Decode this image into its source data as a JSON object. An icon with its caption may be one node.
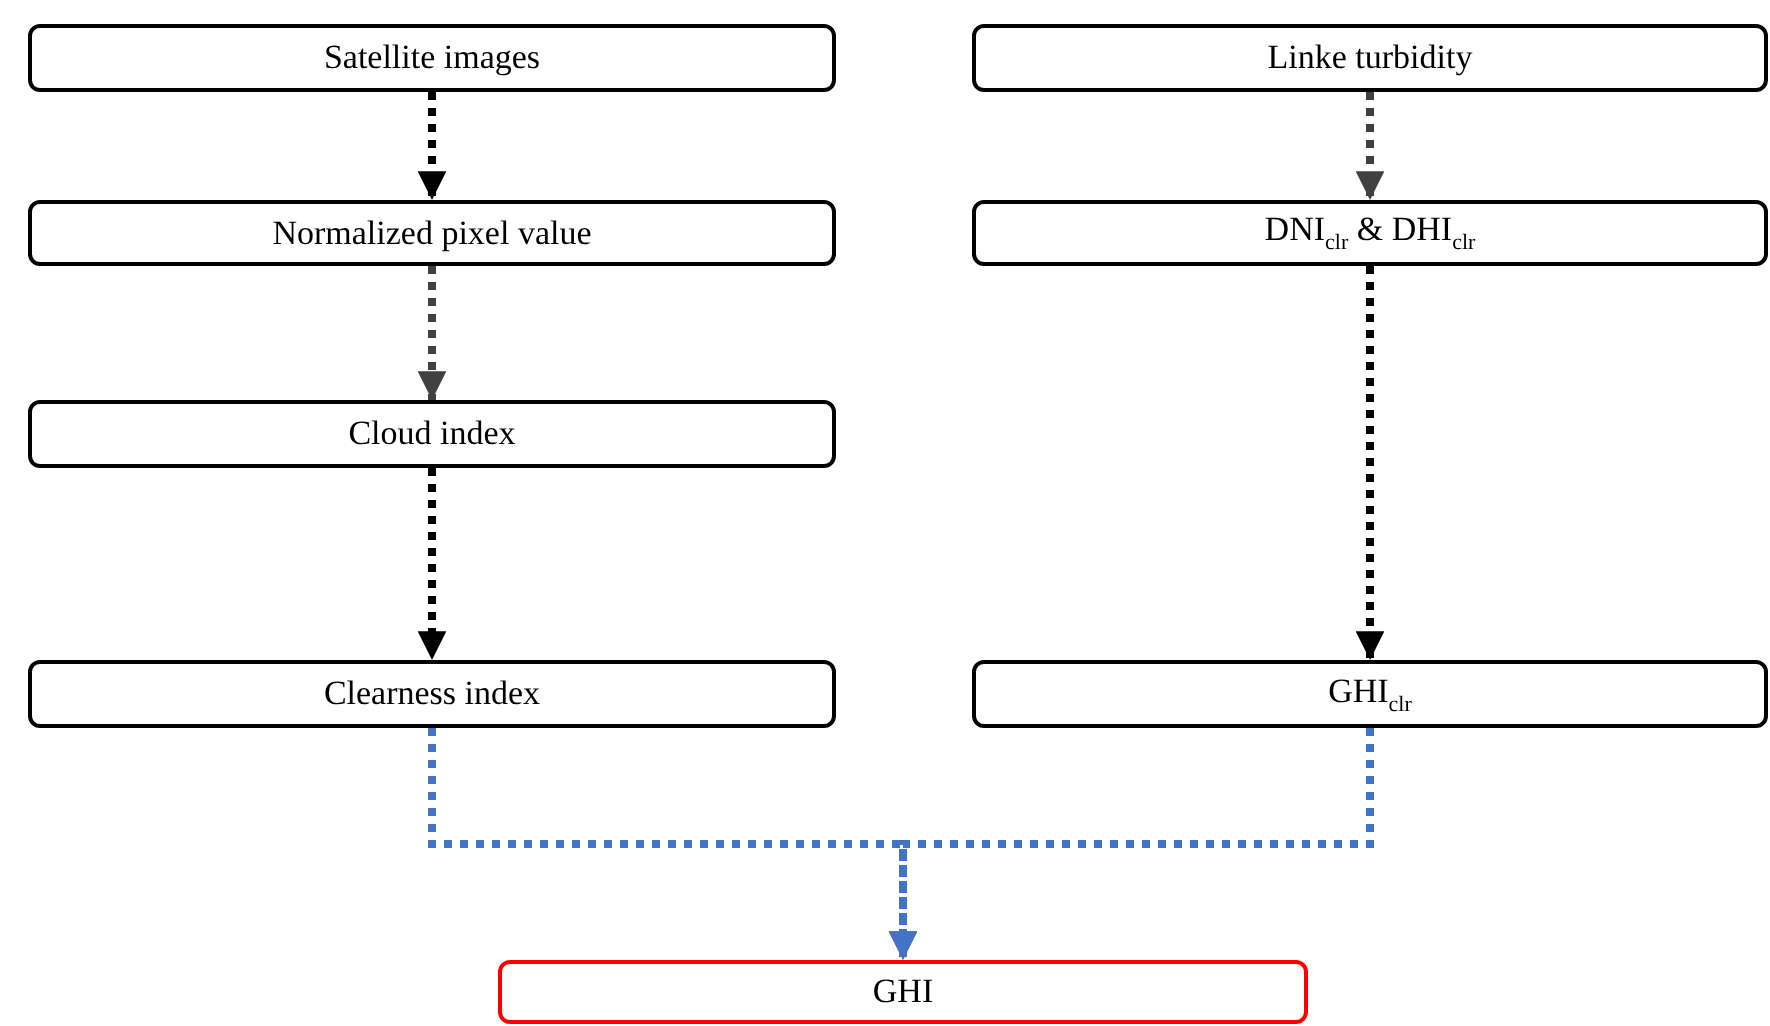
{
  "diagram": {
    "nodes": [
      {
        "text": [
          "Satellite images"
        ]
      },
      {
        "text": [
          "Normalized pixel value"
        ]
      },
      {
        "text": [
          "Cloud index"
        ]
      },
      {
        "text": [
          "Clearness index"
        ]
      },
      {
        "text": [
          "Linke turbidity"
        ]
      },
      {
        "text": [
          "DNI$_{clr}$ & DHI$_{clr}$"
        ]
      },
      {
        "text": [
          "GHI$_{clr}$"
        ]
      },
      {
        "text": [
          "GHI"
        ]
      }
    ],
    "edges": [
      {
        "from": 0,
        "to": 1,
        "arrow": "to",
        "style": "dashed"
      },
      {
        "from": 1,
        "to": 2,
        "arrow": "to",
        "style": "dashed",
        "color": "#404040"
      },
      {
        "from": 2,
        "to": 3,
        "arrow": "to",
        "style": "dashed"
      },
      {
        "from": 4,
        "to": 5,
        "arrow": "to",
        "style": "dashed",
        "color": "#404040"
      },
      {
        "from": 5,
        "to": 6,
        "arrow": "to",
        "style": "dashed"
      },
      {
        "from": 3,
        "to": 7,
        "arrow": "to",
        "style": "dashed",
        "color": "#4472c4"
      },
      {
        "from": 6,
        "to": 7,
        "arrow": "to",
        "style": "dashed",
        "color": "#4472c4"
      }
    ]
  }
}
